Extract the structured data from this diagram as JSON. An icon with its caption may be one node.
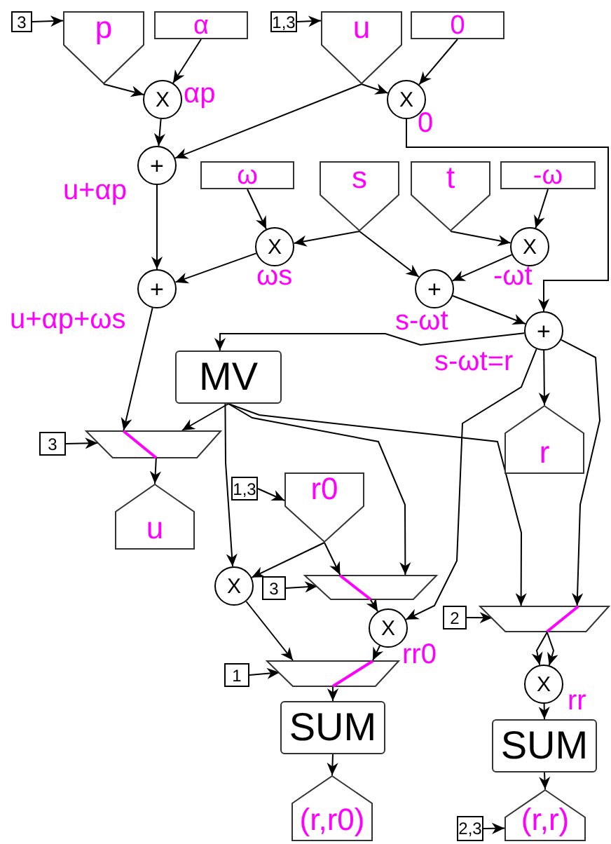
{
  "diagram": {
    "nodes": [
      {
        "text": [
          "3"
        ]
      },
      {
        "text": [
          "p"
        ]
      },
      {
        "text": [
          "α"
        ]
      },
      {
        "text": [
          "1,3"
        ]
      },
      {
        "text": [
          "u"
        ]
      },
      {
        "text": [
          "0"
        ]
      },
      {
        "text": [
          "X"
        ],
        "beside": [
          "αp"
        ]
      },
      {
        "text": [
          "X"
        ],
        "beside": [
          "0"
        ]
      },
      {
        "text": [
          "+"
        ],
        "beside": [
          "u+αp"
        ]
      },
      {
        "text": [
          "ω"
        ]
      },
      {
        "text": [
          "s"
        ]
      },
      {
        "text": [
          "t"
        ]
      },
      {
        "text": [
          "-ω"
        ]
      },
      {
        "text": [
          "X"
        ],
        "beside": [
          "ωs"
        ]
      },
      {
        "text": [
          "X"
        ],
        "beside": [
          "-ωt"
        ]
      },
      {
        "text": [
          "+"
        ],
        "beside": [
          "u+αp+ωs"
        ]
      },
      {
        "text": [
          "+"
        ],
        "beside": [
          "s-ωt"
        ]
      },
      {
        "text": [
          "+"
        ],
        "beside": [
          "s-ωt=r"
        ]
      },
      {
        "text": [
          "MV"
        ]
      },
      {
        "text": [
          "3"
        ]
      },
      {
        "text": [],
        "shape": "trapezoid"
      },
      {
        "text": [
          "u"
        ]
      },
      {
        "text": [
          "r"
        ]
      },
      {
        "text": [
          "1,3"
        ]
      },
      {
        "text": [
          "r0"
        ]
      },
      {
        "text": [
          "X"
        ]
      },
      {
        "text": [
          "3"
        ]
      },
      {
        "text": [],
        "shape": "trapezoid"
      },
      {
        "text": [
          "X"
        ],
        "beside": [
          "rr0"
        ]
      },
      {
        "text": [
          "2"
        ]
      },
      {
        "text": [],
        "shape": "trapezoid"
      },
      {
        "text": [
          "1"
        ]
      },
      {
        "text": [],
        "shape": "trapezoid"
      },
      {
        "text": [
          "X"
        ],
        "beside": [
          "rr"
        ]
      },
      {
        "text": [
          "SUM"
        ]
      },
      {
        "text": [
          "SUM"
        ]
      },
      {
        "text": [
          "(r,r0)"
        ]
      },
      {
        "text": [
          "2,3"
        ]
      },
      {
        "text": [
          "(r,r)"
        ]
      }
    ],
    "edges": [
      {
        "from": 0,
        "to": 1,
        "arrow": "to"
      },
      {
        "from": 1,
        "to": 6,
        "arrow": "to"
      },
      {
        "from": 2,
        "to": 6,
        "arrow": "to"
      },
      {
        "from": 3,
        "to": 4,
        "arrow": "to"
      },
      {
        "from": 4,
        "to": 7,
        "arrow": "to"
      },
      {
        "from": 5,
        "to": 7,
        "arrow": "to"
      },
      {
        "from": 4,
        "to": 8,
        "arrow": "to"
      },
      {
        "from": 6,
        "to": 8,
        "arrow": "to"
      },
      {
        "from": 7,
        "to": 17,
        "arrow": "to"
      },
      {
        "from": 9,
        "to": 13,
        "arrow": "to"
      },
      {
        "from": 10,
        "to": 13,
        "arrow": "to"
      },
      {
        "from": 10,
        "to": 16,
        "arrow": "to"
      },
      {
        "from": 11,
        "to": 14,
        "arrow": "to"
      },
      {
        "from": 12,
        "to": 14,
        "arrow": "to"
      },
      {
        "from": 8,
        "to": 15,
        "arrow": "to"
      },
      {
        "from": 13,
        "to": 15,
        "arrow": "to"
      },
      {
        "from": 14,
        "to": 16,
        "arrow": "to"
      },
      {
        "from": 16,
        "to": 17,
        "arrow": "to"
      },
      {
        "from": 15,
        "to": 20,
        "arrow": "to"
      },
      {
        "from": 17,
        "to": 18,
        "arrow": "to"
      },
      {
        "from": 17,
        "to": 22,
        "arrow": "to"
      },
      {
        "from": 19,
        "to": 20,
        "arrow": "to"
      },
      {
        "from": 18,
        "to": 20,
        "arrow": "to"
      },
      {
        "from": 20,
        "to": 21,
        "arrow": "to"
      },
      {
        "from": 18,
        "to": 25,
        "arrow": "to"
      },
      {
        "from": 18,
        "to": 27,
        "arrow": "to"
      },
      {
        "from": 18,
        "to": 30,
        "arrow": "to"
      },
      {
        "from": 23,
        "to": 24,
        "arrow": "to"
      },
      {
        "from": 24,
        "to": 25,
        "arrow": "to"
      },
      {
        "from": 24,
        "to": 27,
        "arrow": "to"
      },
      {
        "from": 17,
        "to": 28,
        "arrow": "to"
      },
      {
        "from": 17,
        "to": 30,
        "arrow": "to"
      },
      {
        "from": 26,
        "to": 27,
        "arrow": "to"
      },
      {
        "from": 27,
        "to": 28,
        "arrow": "to"
      },
      {
        "from": 25,
        "to": 32,
        "arrow": "to"
      },
      {
        "from": 28,
        "to": 32,
        "arrow": "to"
      },
      {
        "from": 29,
        "to": 30,
        "arrow": "to"
      },
      {
        "from": 30,
        "to": 33,
        "arrow": "to"
      },
      {
        "from": 30,
        "to": 33,
        "arrow": "to"
      },
      {
        "from": 31,
        "to": 32,
        "arrow": "to"
      },
      {
        "from": 32,
        "to": 34,
        "arrow": "to"
      },
      {
        "from": 33,
        "to": 35,
        "arrow": "to"
      },
      {
        "from": 34,
        "to": 36,
        "arrow": "to"
      },
      {
        "from": 35,
        "to": 38,
        "arrow": "to"
      },
      {
        "from": 37,
        "to": 38,
        "arrow": "to"
      }
    ]
  }
}
